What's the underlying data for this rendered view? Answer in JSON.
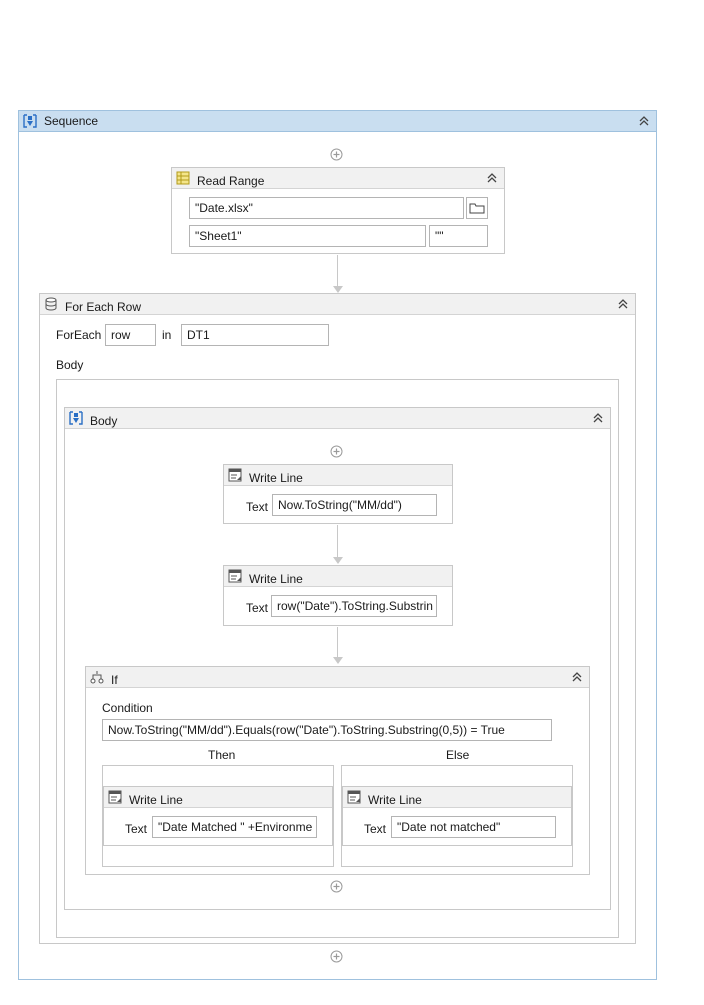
{
  "sequence": {
    "title": "Sequence"
  },
  "read_range": {
    "title": "Read Range",
    "workbook_path": "\"Date.xlsx\"",
    "sheet_name": "\"Sheet1\"",
    "range": "\"\""
  },
  "for_each_row": {
    "title": "For Each Row",
    "foreach_label": "ForEach",
    "item_var": "row",
    "in_label": "in",
    "datatable": "DT1",
    "body_label": "Body"
  },
  "body_sequence": {
    "title": "Body"
  },
  "write_line_1": {
    "title": "Write Line",
    "text_label": "Text",
    "text_value": "Now.ToString(\"MM/dd\")"
  },
  "write_line_2": {
    "title": "Write Line",
    "text_label": "Text",
    "text_value": "row(\"Date\").ToString.Substrin"
  },
  "if_activity": {
    "title": "If",
    "condition_label": "Condition",
    "condition_value": "Now.ToString(\"MM/dd\").Equals(row(\"Date\").ToString.Substring(0,5)) = True",
    "then_label": "Then",
    "else_label": "Else",
    "then_write_line": {
      "title": "Write Line",
      "text_label": "Text",
      "text_value": "\"Date Matched \" +Environme"
    },
    "else_write_line": {
      "title": "Write Line",
      "text_label": "Text",
      "text_value": "\"Date not matched\""
    }
  },
  "icons": [
    "sequence-icon",
    "read-range-icon",
    "folder-icon",
    "for-each-row-icon",
    "write-line-icon",
    "if-icon",
    "collapse-icon",
    "add-activity-icon"
  ],
  "colors": {
    "sequence_header": "#c9def0",
    "activity_header": "#f1f1f1",
    "border": "#c8c8c8",
    "accent": "#1f6fc5"
  }
}
